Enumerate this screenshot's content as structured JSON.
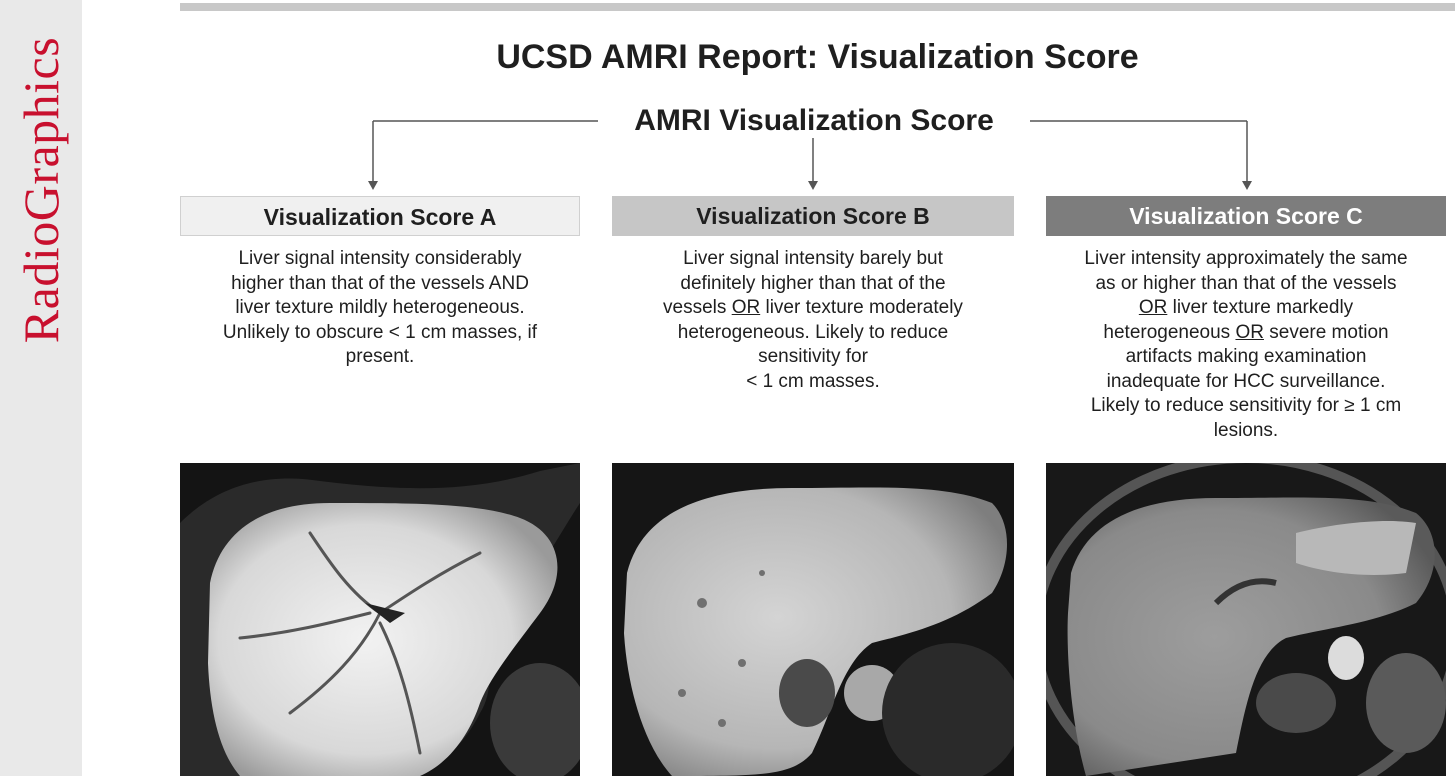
{
  "sidebar": {
    "logo_text": "RadioGraphics",
    "logo_color": "#c8102e"
  },
  "title": "UCSD AMRI Report: Visualization Score",
  "root": {
    "label": "AMRI Visualization Score"
  },
  "boxes": [
    {
      "header": "Visualization Score A",
      "header_bg": "#f0f0f0",
      "header_fg": "#1f1f1f",
      "desc": [
        "Liver signal intensity considerably",
        "higher than that of the vessels AND",
        "liver texture mildly heterogeneous.",
        "Unlikely to obscure < 1 cm masses, if",
        "present."
      ],
      "image_alt": "Liver MRI example A"
    },
    {
      "header": "Visualization Score B",
      "header_bg": "#c6c6c6",
      "header_fg": "#1f1f1f",
      "desc_b": {
        "l1": "Liver signal intensity barely but",
        "l2": "definitely higher than  that of the",
        "l3_pre": "vessels ",
        "l3_or": "OR",
        "l3_post": " liver texture moderately",
        "l4": "heterogeneous. Likely to reduce",
        "l5": "sensitivity for",
        "l6": "< 1 cm masses."
      },
      "image_alt": "Liver MRI example B"
    },
    {
      "header": "Visualization Score C",
      "header_bg": "#7d7d7d",
      "header_fg": "#ffffff",
      "desc_c": {
        "l1": "Liver intensity approximately the same",
        "l2": "as or higher than that of the vessels",
        "l3_or": "OR",
        "l3_post": " liver texture markedly",
        "l4_pre": "heterogeneous ",
        "l4_or": "OR",
        "l4_post": " severe motion",
        "l5": "artifacts making examination",
        "l6": "inadequate for HCC surveillance.",
        "l7": "Likely to reduce sensitivity for ≥ 1 cm",
        "l8": "lesions."
      },
      "image_alt": "Liver MRI example C"
    }
  ]
}
